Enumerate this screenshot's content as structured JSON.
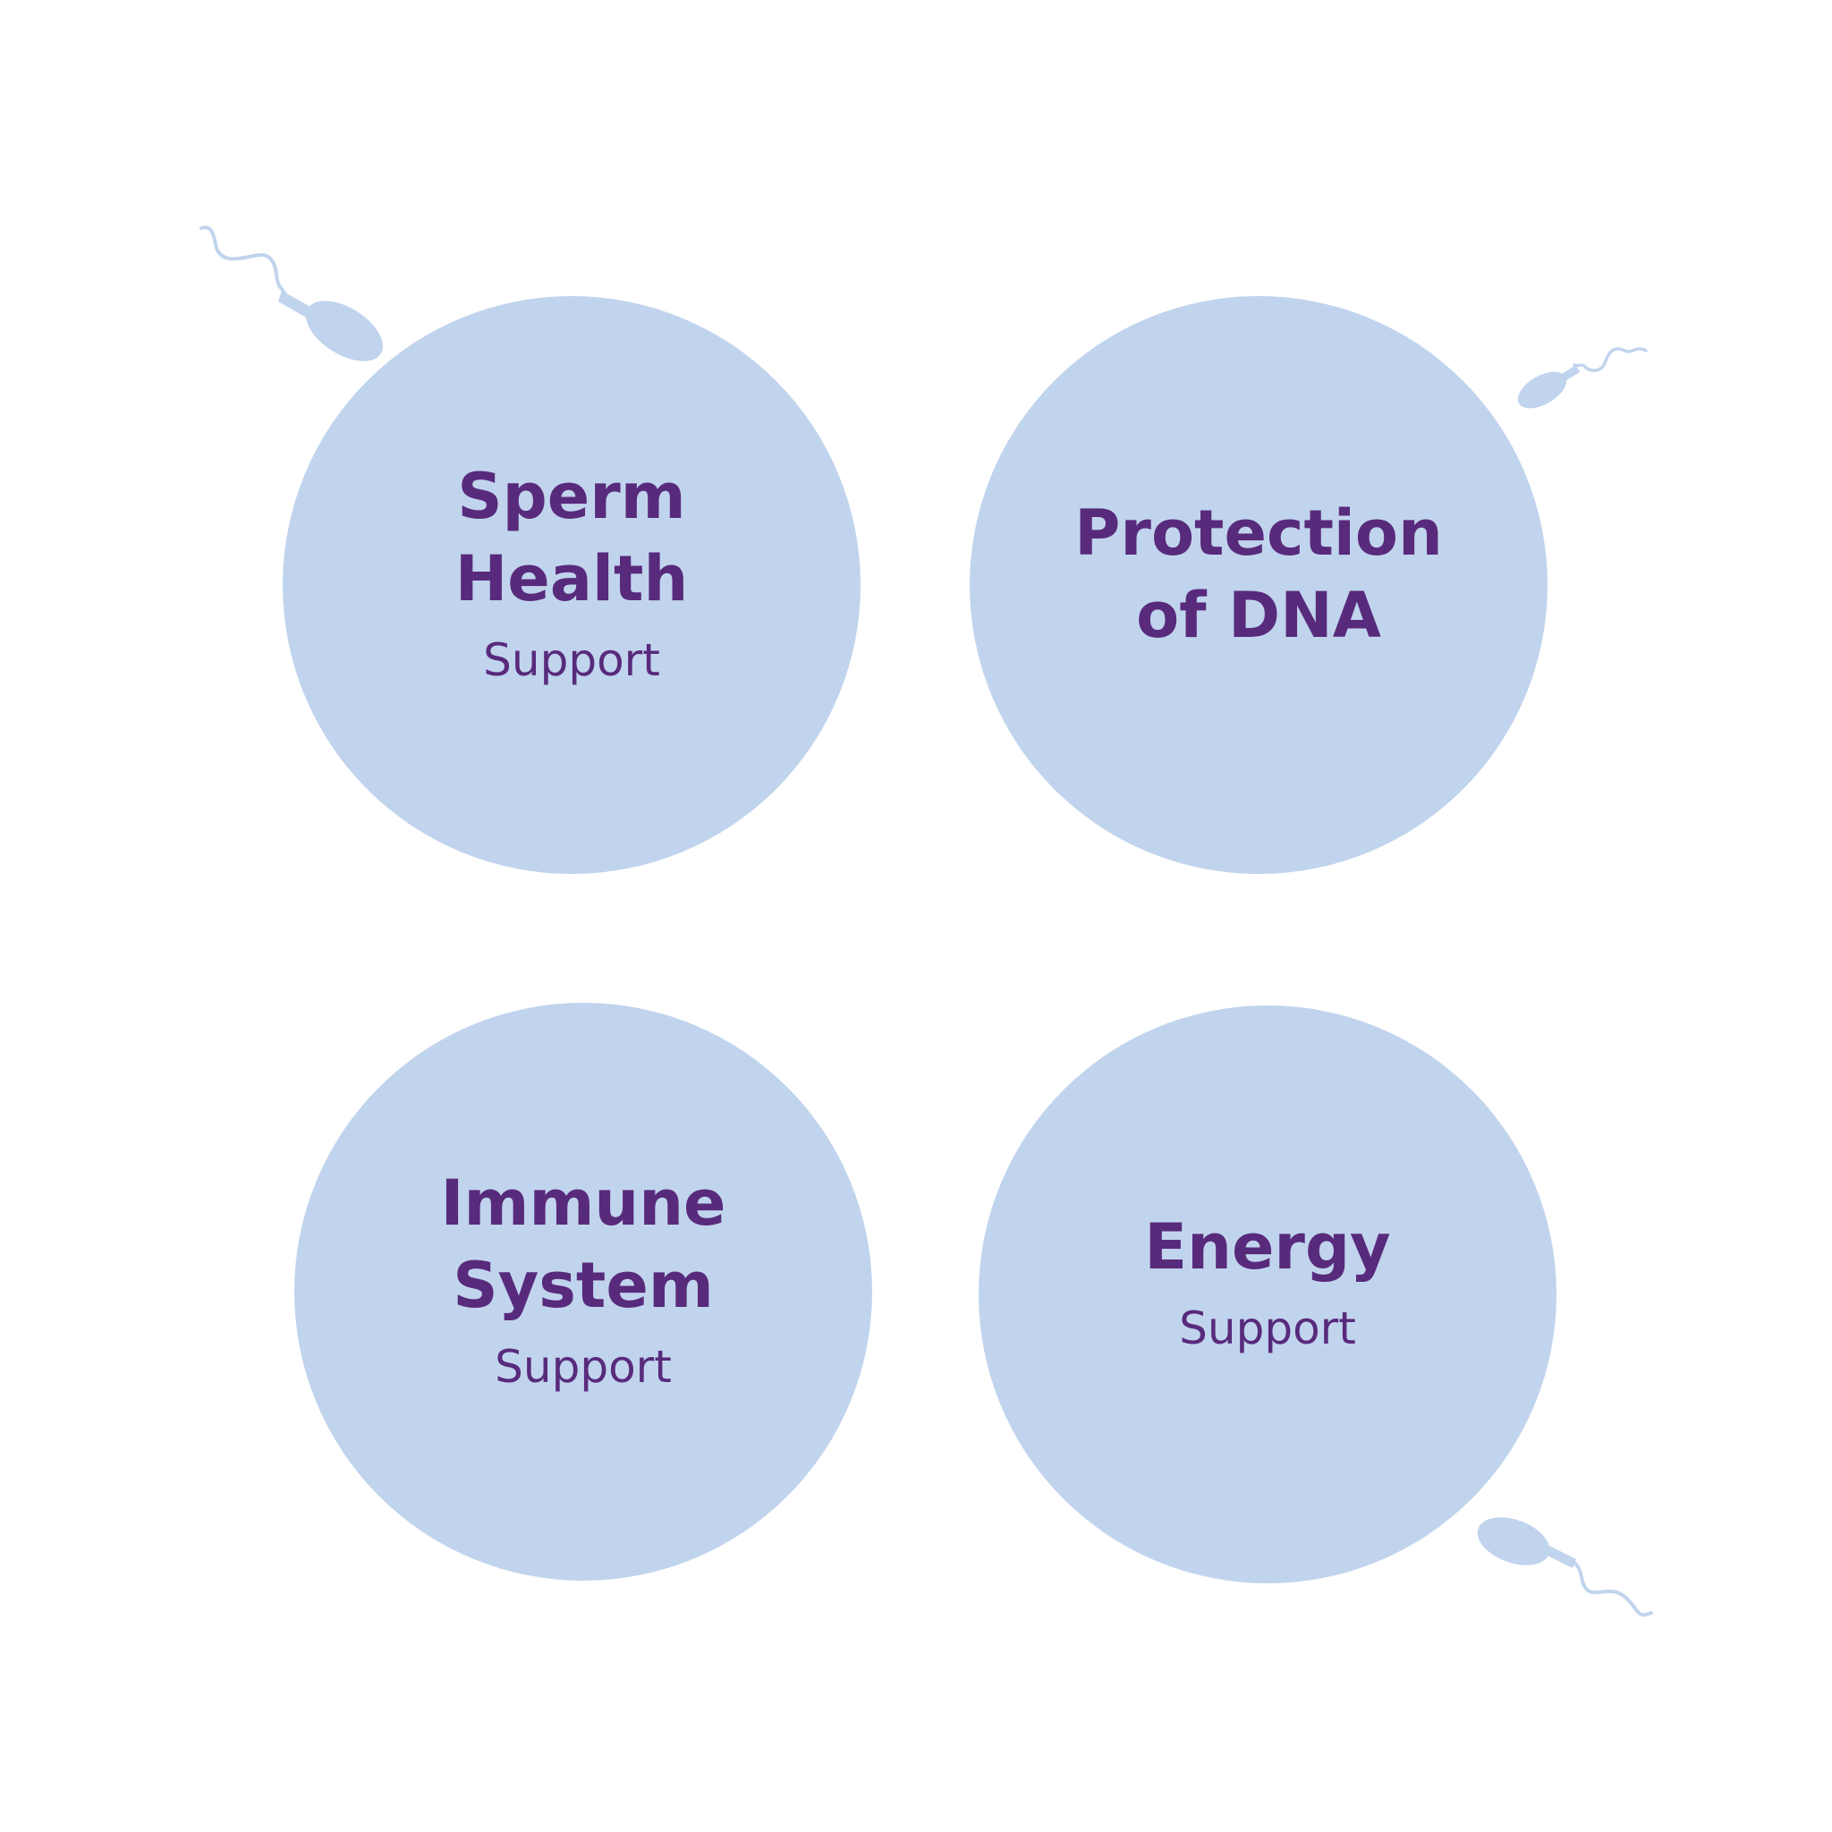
{
  "colors": {
    "background": "#ffffff",
    "circle_fill": "#c1d4ed",
    "text": "#582a7c",
    "sperm_icon": "#c1d4ed"
  },
  "circles": [
    {
      "title_lines": [
        "Sperm",
        "Health"
      ],
      "subtitle": "Support"
    },
    {
      "title_lines": [
        "Protection",
        "of DNA"
      ],
      "subtitle": ""
    },
    {
      "title_lines": [
        "Immune",
        "System"
      ],
      "subtitle": "Support"
    },
    {
      "title_lines": [
        "Energy"
      ],
      "subtitle": "Support"
    }
  ],
  "icons": [
    "sperm-icon",
    "sperm-icon",
    "sperm-icon"
  ]
}
